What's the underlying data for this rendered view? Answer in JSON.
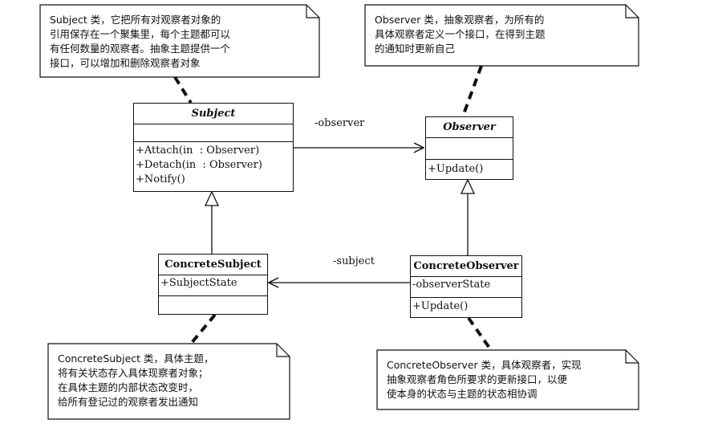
{
  "notes": {
    "subject": {
      "lines": [
        "Subject 类，它把所有对观察者对象的",
        "引用保存在一个聚集里，每个主题都可以",
        "有任何数量的观察者。抽象主题提供一个",
        "接口，可以增加和删除观察者对象"
      ]
    },
    "observer": {
      "lines": [
        "Observer 类，抽象观察者，为所有的",
        "具体观察者定义一个接口，在得到主题",
        "的通知时更新自己"
      ]
    },
    "concrete_subject": {
      "lines": [
        "ConcreteSubject 类，具体主题，",
        "将有关状态存入具体现察者对象；",
        "在具体主题的内部状态改变时，",
        "给所有登记过的观察者发出通知"
      ]
    },
    "concrete_observer": {
      "lines": [
        "ConcreteObserver 类，具体观察者，实现",
        "抽象观察者角色所要求的更新接口，以便",
        "使本身的状态与主题的状态相协调"
      ]
    }
  },
  "classes": {
    "subject": {
      "name": "Subject",
      "attributes": [],
      "operations": [
        "+Attach(in  : Observer)",
        "+Detach(in  : Observer)",
        "+Notify()"
      ]
    },
    "observer": {
      "name": "Observer",
      "attributes": [],
      "operations": [
        "+Update()"
      ]
    },
    "concrete_subject": {
      "name": "ConcreteSubject",
      "attributes": [
        "+SubjectState"
      ],
      "operations": []
    },
    "concrete_observer": {
      "name": "ConcreteObserver",
      "attributes": [
        "-observerState"
      ],
      "operations": [
        "+Update()"
      ]
    }
  },
  "associations": {
    "subject_to_observer": "-observer",
    "observer_to_subject": "-subject"
  }
}
